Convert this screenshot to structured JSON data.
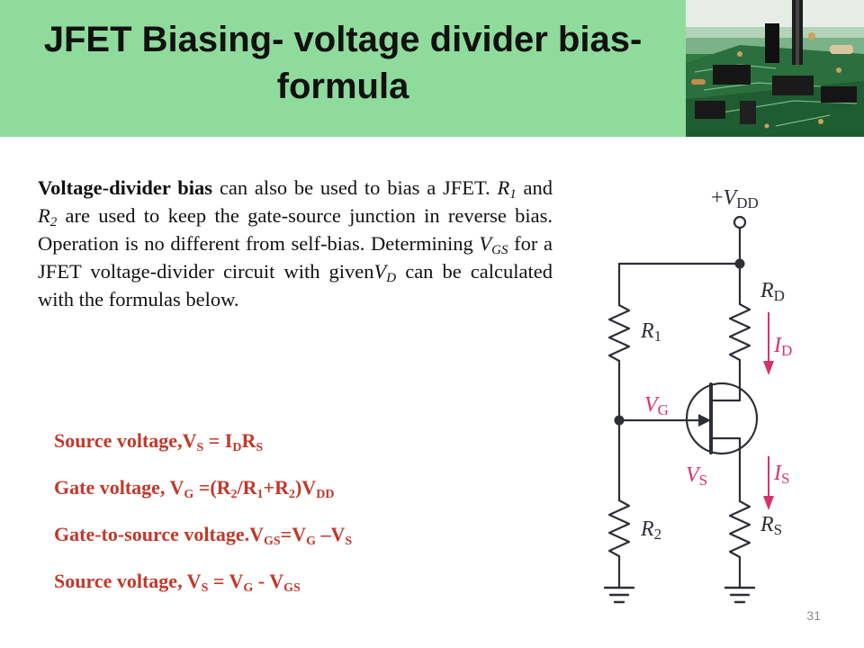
{
  "slide": {
    "title_line1": "JFET Biasing- voltage divider bias-",
    "title_line2": "formula",
    "page_number": "31"
  },
  "paragraph": {
    "bold_lead": "Voltage-divider bias",
    "t1": " can also be used to bias a JFET. ",
    "r": "R",
    "sub1": "1",
    "t2": " and ",
    "sub2": "2",
    "t3": " are used to keep the gate-source junction in reverse bias. Operation is no different from self-bias. Determining ",
    "v": "V",
    "gs": "GS",
    "t4": " for a JFET voltage-divider circuit with given",
    "d": "D",
    "t5": "  can be calculated with the formulas below."
  },
  "formulas": {
    "f1": {
      "a": "Source voltage,V",
      "b": "S",
      "c": " = I",
      "d": "D",
      "e": "R",
      "f": "S"
    },
    "f2": {
      "a": "Gate voltage, V",
      "b": "G",
      "c": " =(R",
      "d": "2",
      "e": "/R",
      "f": "1",
      "g": "+R",
      "h": "2",
      "i": ")V",
      "j": "DD"
    },
    "f3": {
      "a": "Gate-to-source voltage.V",
      "b": "GS",
      "c": "=V",
      "d": "G",
      "e": " –V",
      "f": "S"
    },
    "f4": {
      "a": "Source voltage, V",
      "b": "S",
      "c": " = V",
      "d": "G",
      "e": " - V",
      "f": "GS"
    }
  },
  "circuit": {
    "plus": "+",
    "v": "V",
    "dd": "DD",
    "r": "R",
    "d": "D",
    "one": "1",
    "i": "I",
    "g": "G",
    "s": "S",
    "two": "2",
    "text_color": "#2c2f36",
    "accent_color": "#d6336c"
  },
  "colors": {
    "header_band": "#8fdb9c",
    "formula_text": "#c0392b"
  }
}
